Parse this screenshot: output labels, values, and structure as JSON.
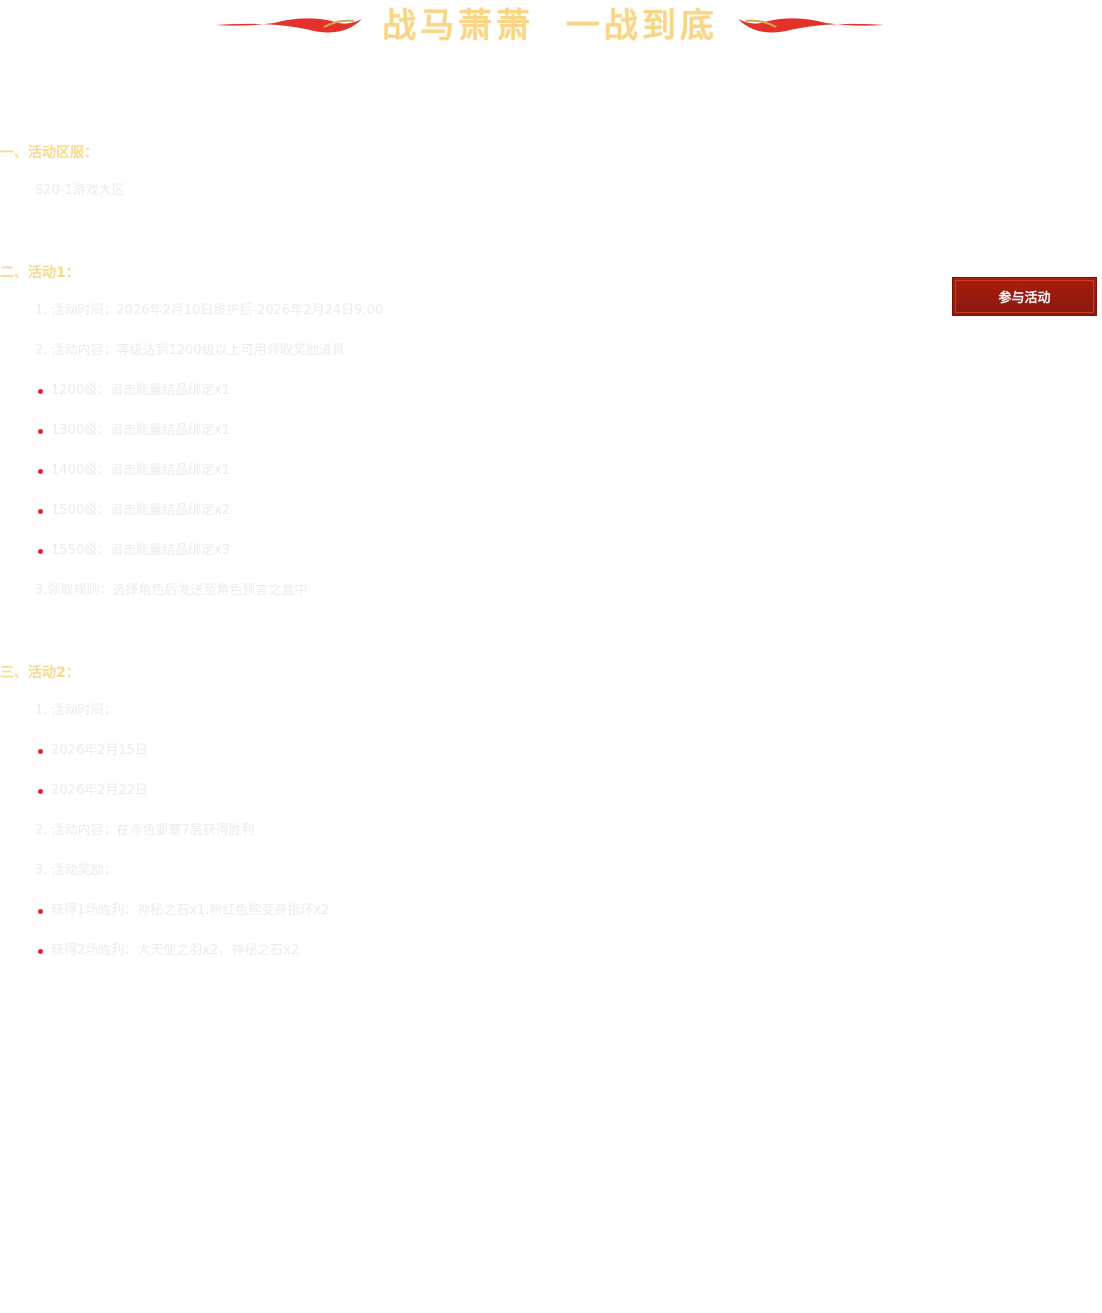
{
  "banner": {
    "title": "战马萧萧  一战到底"
  },
  "section1": {
    "heading": "一、活动区服：",
    "server": "S20-1游戏大区"
  },
  "section2": {
    "heading": "二、活动1：",
    "time": "1. 活动时间：2026年2月10日维护后-2026年2月24日9:00",
    "content": "2. 活动内容：等级达到1200级以上可用领取奖励道具",
    "rewards": [
      "1200级：追击能量结晶绑定x1",
      "1300级：追击能量结晶绑定x1",
      "1400级：追击能量结晶绑定x1",
      "1500级：追击能量结晶绑定x2",
      "1550级：追击能量结晶绑定x3"
    ],
    "rule": "3.领取规则：选择角色后发送至角色预言之盒中"
  },
  "section3": {
    "heading": "三、活动2：",
    "time": "1. 活动时间：",
    "dates": [
      "2026年2月15日",
      "2026年2月22日"
    ],
    "content": "2. 活动内容：在赤色要塞7层获得胜利",
    "rewards_label": "3. 活动奖励：",
    "rewards": [
      "获得1场胜利：神秘之石x1.粉红色熊变身指环x2",
      "获得2场胜利：大天使之羽x2，神秘之石x2"
    ]
  },
  "join_button": {
    "label": "参与活动"
  },
  "colors": {
    "heading": "#f9d98a",
    "bullet": "#e1252c",
    "button": "#a81d0c"
  }
}
